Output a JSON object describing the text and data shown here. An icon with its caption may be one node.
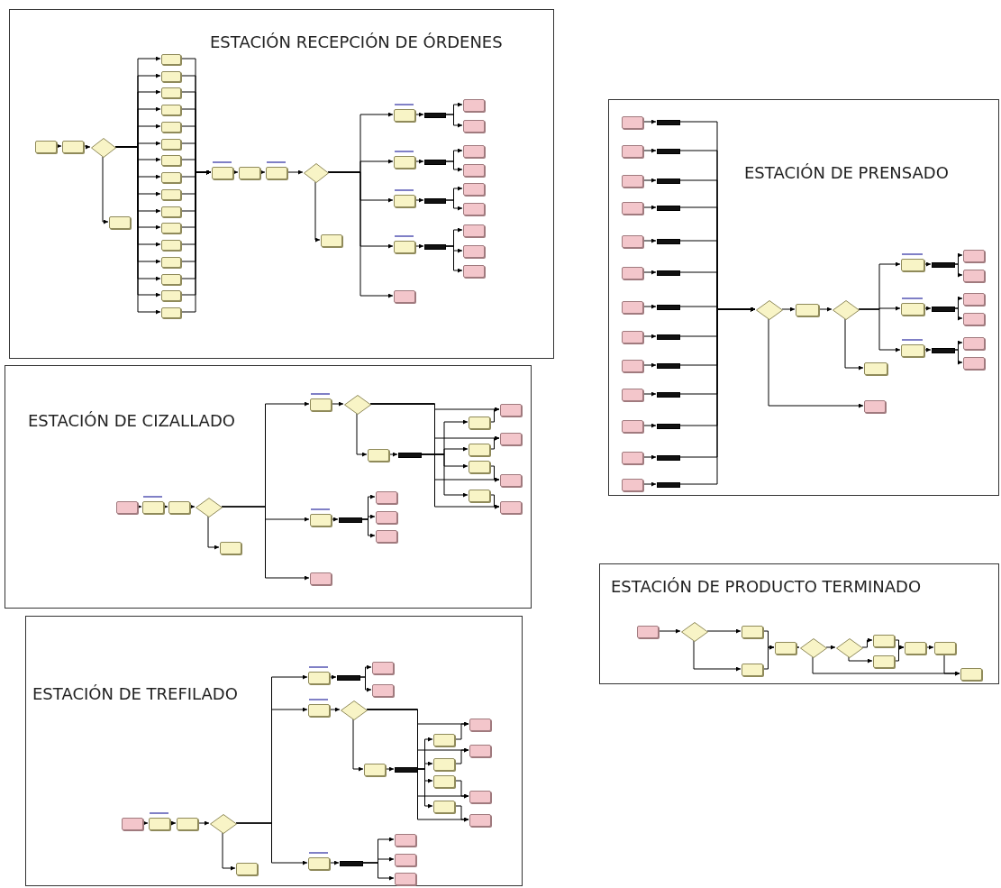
{
  "diagram": {
    "nodes": [
      {
        "text": [
          "ESTACIÓN RECEPCIÓN DE ÓRDENES"
        ]
      },
      {
        "text": [],
        "shape": "box",
        "in": 0
      },
      {
        "text": [],
        "shape": "box",
        "in": 0
      },
      {
        "text": [],
        "shape": "diamond",
        "in": 0
      },
      {
        "text": [],
        "shape": "box",
        "in": 0
      },
      {
        "text": [],
        "shape": "box",
        "in": 0
      },
      {
        "text": [],
        "shape": "box",
        "in": 0
      },
      {
        "text": [],
        "shape": "box",
        "in": 0
      },
      {
        "text": [],
        "shape": "box",
        "in": 0
      },
      {
        "text": [],
        "shape": "box",
        "in": 0
      },
      {
        "text": [],
        "shape": "box",
        "in": 0
      },
      {
        "text": [],
        "shape": "box",
        "in": 0
      },
      {
        "text": [],
        "shape": "box",
        "in": 0
      },
      {
        "text": [],
        "shape": "box",
        "in": 0
      },
      {
        "text": [],
        "shape": "box",
        "in": 0
      },
      {
        "text": [],
        "shape": "box",
        "in": 0
      },
      {
        "text": [],
        "shape": "box",
        "in": 0
      },
      {
        "text": [],
        "shape": "box",
        "in": 0
      },
      {
        "text": [],
        "shape": "box",
        "in": 0
      },
      {
        "text": [],
        "shape": "box",
        "in": 0
      },
      {
        "text": [],
        "shape": "box",
        "in": 0
      },
      {
        "text": [],
        "shape": "box",
        "in": 0
      },
      {
        "text": [],
        "shape": "box",
        "in": 0
      },
      {
        "text": [],
        "shape": "box",
        "in": 0
      },
      {
        "text": [],
        "shape": "diamond",
        "in": 0
      },
      {
        "text": [],
        "shape": "box",
        "in": 0
      },
      {
        "text": [],
        "shape": "box",
        "in": 0
      },
      {
        "text": [],
        "shape": "box",
        "in": 0
      },
      {
        "text": [],
        "shape": "box",
        "in": 0
      },
      {
        "text": [],
        "shape": "box",
        "in": 0
      },
      {
        "text": [],
        "shape": "box",
        "in": 0
      },
      {
        "text": [],
        "shape": "bar",
        "in": 0
      },
      {
        "text": [],
        "shape": "bar",
        "in": 0
      },
      {
        "text": [],
        "shape": "bar",
        "in": 0
      },
      {
        "text": [],
        "shape": "bar",
        "in": 0
      },
      {
        "text": [],
        "shape": "box",
        "in": 0
      },
      {
        "text": [],
        "shape": "box",
        "in": 0
      },
      {
        "text": [],
        "shape": "box",
        "in": 0
      },
      {
        "text": [],
        "shape": "box",
        "in": 0
      },
      {
        "text": [],
        "shape": "box",
        "in": 0
      },
      {
        "text": [],
        "shape": "box",
        "in": 0
      },
      {
        "text": [],
        "shape": "box",
        "in": 0
      },
      {
        "text": [],
        "shape": "box",
        "in": 0
      },
      {
        "text": [],
        "shape": "box",
        "in": 0
      },
      {
        "text": [
          "ESTACIÓN DE PRENSADO"
        ]
      },
      {
        "text": [],
        "shape": "box",
        "in": 44
      },
      {
        "text": [],
        "shape": "box",
        "in": 44
      },
      {
        "text": [],
        "shape": "box",
        "in": 44
      },
      {
        "text": [],
        "shape": "box",
        "in": 44
      },
      {
        "text": [],
        "shape": "box",
        "in": 44
      },
      {
        "text": [],
        "shape": "box",
        "in": 44
      },
      {
        "text": [],
        "shape": "box",
        "in": 44
      },
      {
        "text": [],
        "shape": "box",
        "in": 44
      },
      {
        "text": [],
        "shape": "box",
        "in": 44
      },
      {
        "text": [],
        "shape": "box",
        "in": 44
      },
      {
        "text": [],
        "shape": "box",
        "in": 44
      },
      {
        "text": [],
        "shape": "box",
        "in": 44
      },
      {
        "text": [],
        "shape": "box",
        "in": 44
      },
      {
        "text": [],
        "shape": "bar",
        "in": 44
      },
      {
        "text": [],
        "shape": "bar",
        "in": 44
      },
      {
        "text": [],
        "shape": "bar",
        "in": 44
      },
      {
        "text": [],
        "shape": "bar",
        "in": 44
      },
      {
        "text": [],
        "shape": "bar",
        "in": 44
      },
      {
        "text": [],
        "shape": "bar",
        "in": 44
      },
      {
        "text": [],
        "shape": "bar",
        "in": 44
      },
      {
        "text": [],
        "shape": "bar",
        "in": 44
      },
      {
        "text": [],
        "shape": "bar",
        "in": 44
      },
      {
        "text": [],
        "shape": "bar",
        "in": 44
      },
      {
        "text": [],
        "shape": "bar",
        "in": 44
      },
      {
        "text": [],
        "shape": "bar",
        "in": 44
      },
      {
        "text": [],
        "shape": "bar",
        "in": 44
      },
      {
        "text": [],
        "shape": "diamond",
        "in": 44
      },
      {
        "text": [],
        "shape": "box",
        "in": 44
      },
      {
        "text": [],
        "shape": "diamond",
        "in": 44
      },
      {
        "text": [],
        "shape": "box",
        "in": 44
      },
      {
        "text": [],
        "shape": "box",
        "in": 44
      },
      {
        "text": [],
        "shape": "box",
        "in": 44
      },
      {
        "text": [],
        "shape": "box",
        "in": 44
      },
      {
        "text": [],
        "shape": "bar",
        "in": 44
      },
      {
        "text": [],
        "shape": "bar",
        "in": 44
      },
      {
        "text": [],
        "shape": "bar",
        "in": 44
      },
      {
        "text": [],
        "shape": "box",
        "in": 44
      },
      {
        "text": [],
        "shape": "box",
        "in": 44
      },
      {
        "text": [],
        "shape": "box",
        "in": 44
      },
      {
        "text": [],
        "shape": "box",
        "in": 44
      },
      {
        "text": [],
        "shape": "box",
        "in": 44
      },
      {
        "text": [],
        "shape": "box",
        "in": 44
      },
      {
        "text": [],
        "shape": "box",
        "in": 44
      },
      {
        "text": [
          "ESTACIÓN DE CIZALLADO"
        ]
      },
      {
        "text": [],
        "shape": "box",
        "in": 88
      },
      {
        "text": [],
        "shape": "box",
        "in": 88
      },
      {
        "text": [],
        "shape": "box",
        "in": 88
      },
      {
        "text": [],
        "shape": "diamond",
        "in": 88
      },
      {
        "text": [],
        "shape": "box",
        "in": 88
      },
      {
        "text": [],
        "shape": "box",
        "in": 88
      },
      {
        "text": [],
        "shape": "diamond",
        "in": 88
      },
      {
        "text": [],
        "shape": "box",
        "in": 88
      },
      {
        "text": [],
        "shape": "bar",
        "in": 88
      },
      {
        "text": [],
        "shape": "box",
        "in": 88
      },
      {
        "text": [],
        "shape": "box",
        "in": 88
      },
      {
        "text": [],
        "shape": "box",
        "in": 88
      },
      {
        "text": [],
        "shape": "box",
        "in": 88
      },
      {
        "text": [],
        "shape": "box",
        "in": 88
      },
      {
        "text": [],
        "shape": "box",
        "in": 88
      },
      {
        "text": [],
        "shape": "box",
        "in": 88
      },
      {
        "text": [],
        "shape": "box",
        "in": 88
      },
      {
        "text": [],
        "shape": "box",
        "in": 88
      },
      {
        "text": [],
        "shape": "bar",
        "in": 88
      },
      {
        "text": [],
        "shape": "box",
        "in": 88
      },
      {
        "text": [],
        "shape": "box",
        "in": 88
      },
      {
        "text": [],
        "shape": "box",
        "in": 88
      },
      {
        "text": [],
        "shape": "box",
        "in": 88
      },
      {
        "text": [
          "ESTACIÓN DE TREFILADO"
        ]
      },
      {
        "text": [],
        "shape": "box",
        "in": 112
      },
      {
        "text": [],
        "shape": "box",
        "in": 112
      },
      {
        "text": [],
        "shape": "box",
        "in": 112
      },
      {
        "text": [],
        "shape": "diamond",
        "in": 112
      },
      {
        "text": [],
        "shape": "box",
        "in": 112
      },
      {
        "text": [],
        "shape": "box",
        "in": 112
      },
      {
        "text": [],
        "shape": "bar",
        "in": 112
      },
      {
        "text": [],
        "shape": "box",
        "in": 112
      },
      {
        "text": [],
        "shape": "box",
        "in": 112
      },
      {
        "text": [],
        "shape": "box",
        "in": 112
      },
      {
        "text": [],
        "shape": "diamond",
        "in": 112
      },
      {
        "text": [],
        "shape": "box",
        "in": 112
      },
      {
        "text": [],
        "shape": "bar",
        "in": 112
      },
      {
        "text": [],
        "shape": "box",
        "in": 112
      },
      {
        "text": [],
        "shape": "box",
        "in": 112
      },
      {
        "text": [],
        "shape": "box",
        "in": 112
      },
      {
        "text": [],
        "shape": "box",
        "in": 112
      },
      {
        "text": [],
        "shape": "box",
        "in": 112
      },
      {
        "text": [],
        "shape": "box",
        "in": 112
      },
      {
        "text": [],
        "shape": "box",
        "in": 112
      },
      {
        "text": [],
        "shape": "box",
        "in": 112
      },
      {
        "text": [],
        "shape": "box",
        "in": 112
      },
      {
        "text": [],
        "shape": "bar",
        "in": 112
      },
      {
        "text": [],
        "shape": "box",
        "in": 112
      },
      {
        "text": [],
        "shape": "box",
        "in": 112
      },
      {
        "text": [],
        "shape": "box",
        "in": 112
      },
      {
        "text": [
          "ESTACIÓN DE PRODUCTO TERMINADO"
        ]
      },
      {
        "text": [],
        "shape": "box",
        "in": 139
      },
      {
        "text": [],
        "shape": "diamond",
        "in": 139
      },
      {
        "text": [],
        "shape": "box",
        "in": 139
      },
      {
        "text": [],
        "shape": "box",
        "in": 139
      },
      {
        "text": [],
        "shape": "box",
        "in": 139
      },
      {
        "text": [],
        "shape": "diamond",
        "in": 139
      },
      {
        "text": [],
        "shape": "diamond",
        "in": 139
      },
      {
        "text": [],
        "shape": "box",
        "in": 139
      },
      {
        "text": [],
        "shape": "box",
        "in": 139
      },
      {
        "text": [],
        "shape": "box",
        "in": 139
      },
      {
        "text": [],
        "shape": "box",
        "in": 139
      },
      {
        "text": [],
        "shape": "box",
        "in": 139
      }
    ],
    "edges": [
      {
        "from": 1,
        "to": 2,
        "arrow": "to"
      },
      {
        "from": 2,
        "to": 3,
        "arrow": "to"
      },
      {
        "from": 3,
        "to": 4,
        "arrow": "to"
      },
      {
        "from": 3,
        "to": 5,
        "arrow": "to"
      },
      {
        "from": 3,
        "to": 6,
        "arrow": "to"
      },
      {
        "from": 3,
        "to": 7,
        "arrow": "to"
      },
      {
        "from": 3,
        "to": 8,
        "arrow": "to"
      },
      {
        "from": 3,
        "to": 9,
        "arrow": "to"
      },
      {
        "from": 3,
        "to": 10,
        "arrow": "to"
      },
      {
        "from": 3,
        "to": 11,
        "arrow": "to"
      },
      {
        "from": 3,
        "to": 12,
        "arrow": "to"
      },
      {
        "from": 3,
        "to": 13,
        "arrow": "to"
      },
      {
        "from": 3,
        "to": 14,
        "arrow": "to"
      },
      {
        "from": 3,
        "to": 15,
        "arrow": "to"
      },
      {
        "from": 3,
        "to": 16,
        "arrow": "to"
      },
      {
        "from": 3,
        "to": 17,
        "arrow": "to"
      },
      {
        "from": 3,
        "to": 18,
        "arrow": "to"
      },
      {
        "from": 3,
        "to": 19,
        "arrow": "to"
      },
      {
        "from": 3,
        "to": 20,
        "arrow": "to"
      },
      {
        "from": 5,
        "to": 21,
        "arrow": "to"
      },
      {
        "from": 6,
        "to": 21,
        "arrow": "to"
      },
      {
        "from": 7,
        "to": 21,
        "arrow": "to"
      },
      {
        "from": 8,
        "to": 21,
        "arrow": "to"
      },
      {
        "from": 9,
        "to": 21,
        "arrow": "to"
      },
      {
        "from": 10,
        "to": 21,
        "arrow": "to"
      },
      {
        "from": 11,
        "to": 21,
        "arrow": "to"
      },
      {
        "from": 12,
        "to": 21,
        "arrow": "to"
      },
      {
        "from": 13,
        "to": 21,
        "arrow": "to"
      },
      {
        "from": 14,
        "to": 21,
        "arrow": "to"
      },
      {
        "from": 15,
        "to": 21,
        "arrow": "to"
      },
      {
        "from": 16,
        "to": 21,
        "arrow": "to"
      },
      {
        "from": 17,
        "to": 21,
        "arrow": "to"
      },
      {
        "from": 18,
        "to": 21,
        "arrow": "to"
      },
      {
        "from": 19,
        "to": 21,
        "arrow": "to"
      },
      {
        "from": 20,
        "to": 21,
        "arrow": "to"
      },
      {
        "from": 21,
        "to": 22,
        "arrow": "to"
      },
      {
        "from": 22,
        "to": 23,
        "arrow": "to"
      },
      {
        "from": 23,
        "to": 24,
        "arrow": "to"
      },
      {
        "from": 24,
        "to": 25,
        "arrow": "to"
      },
      {
        "from": 24,
        "to": 26,
        "arrow": "to"
      },
      {
        "from": 24,
        "to": 27,
        "arrow": "to"
      },
      {
        "from": 24,
        "to": 28,
        "arrow": "to"
      },
      {
        "from": 24,
        "to": 29,
        "arrow": "to"
      },
      {
        "from": 24,
        "to": 30,
        "arrow": "to"
      },
      {
        "from": 26,
        "to": 31,
        "arrow": "to"
      },
      {
        "from": 27,
        "to": 32,
        "arrow": "to"
      },
      {
        "from": 28,
        "to": 33,
        "arrow": "to"
      },
      {
        "from": 29,
        "to": 34,
        "arrow": "to"
      },
      {
        "from": 31,
        "to": 35,
        "arrow": "to"
      },
      {
        "from": 31,
        "to": 36,
        "arrow": "to"
      },
      {
        "from": 32,
        "to": 37,
        "arrow": "to"
      },
      {
        "from": 32,
        "to": 38,
        "arrow": "to"
      },
      {
        "from": 33,
        "to": 39,
        "arrow": "to"
      },
      {
        "from": 33,
        "to": 40,
        "arrow": "to"
      },
      {
        "from": 34,
        "to": 41,
        "arrow": "to"
      },
      {
        "from": 34,
        "to": 42,
        "arrow": "to"
      },
      {
        "from": 34,
        "to": 43,
        "arrow": "to"
      },
      {
        "from": 45,
        "to": 58,
        "arrow": "to"
      },
      {
        "from": 46,
        "to": 59,
        "arrow": "to"
      },
      {
        "from": 47,
        "to": 60,
        "arrow": "to"
      },
      {
        "from": 48,
        "to": 61,
        "arrow": "to"
      },
      {
        "from": 49,
        "to": 62,
        "arrow": "to"
      },
      {
        "from": 50,
        "to": 63,
        "arrow": "to"
      },
      {
        "from": 51,
        "to": 64,
        "arrow": "to"
      },
      {
        "from": 52,
        "to": 65,
        "arrow": "to"
      },
      {
        "from": 53,
        "to": 66,
        "arrow": "to"
      },
      {
        "from": 54,
        "to": 67,
        "arrow": "to"
      },
      {
        "from": 55,
        "to": 68,
        "arrow": "to"
      },
      {
        "from": 56,
        "to": 69,
        "arrow": "to"
      },
      {
        "from": 57,
        "to": 70,
        "arrow": "to"
      },
      {
        "from": 58,
        "to": 71,
        "arrow": "to"
      },
      {
        "from": 59,
        "to": 71,
        "arrow": "to"
      },
      {
        "from": 60,
        "to": 71,
        "arrow": "to"
      },
      {
        "from": 61,
        "to": 71,
        "arrow": "to"
      },
      {
        "from": 62,
        "to": 71,
        "arrow": "to"
      },
      {
        "from": 63,
        "to": 71,
        "arrow": "to"
      },
      {
        "from": 64,
        "to": 71,
        "arrow": "to"
      },
      {
        "from": 65,
        "to": 71,
        "arrow": "to"
      },
      {
        "from": 66,
        "to": 71,
        "arrow": "to"
      },
      {
        "from": 67,
        "to": 71,
        "arrow": "to"
      },
      {
        "from": 68,
        "to": 71,
        "arrow": "to"
      },
      {
        "from": 69,
        "to": 71,
        "arrow": "to"
      },
      {
        "from": 70,
        "to": 71,
        "arrow": "to"
      },
      {
        "from": 71,
        "to": 72,
        "arrow": "to"
      },
      {
        "from": 72,
        "to": 73,
        "arrow": "to"
      },
      {
        "from": 73,
        "to": 74,
        "arrow": "to"
      },
      {
        "from": 73,
        "to": 75,
        "arrow": "to"
      },
      {
        "from": 73,
        "to": 76,
        "arrow": "to"
      },
      {
        "from": 73,
        "to": 77,
        "arrow": "to"
      },
      {
        "from": 75,
        "to": 78,
        "arrow": "to"
      },
      {
        "from": 76,
        "to": 79,
        "arrow": "to"
      },
      {
        "from": 77,
        "to": 80,
        "arrow": "to"
      },
      {
        "from": 78,
        "to": 81,
        "arrow": "to"
      },
      {
        "from": 78,
        "to": 82,
        "arrow": "to"
      },
      {
        "from": 79,
        "to": 83,
        "arrow": "to"
      },
      {
        "from": 79,
        "to": 84,
        "arrow": "to"
      },
      {
        "from": 80,
        "to": 85,
        "arrow": "to"
      },
      {
        "from": 80,
        "to": 86,
        "arrow": "to"
      },
      {
        "from": 71,
        "to": 87,
        "arrow": "to"
      },
      {
        "from": 89,
        "to": 90,
        "arrow": "to"
      },
      {
        "from": 90,
        "to": 91,
        "arrow": "to"
      },
      {
        "from": 91,
        "to": 92,
        "arrow": "to"
      },
      {
        "from": 92,
        "to": 93,
        "arrow": "to"
      },
      {
        "from": 92,
        "to": 94,
        "arrow": "to"
      },
      {
        "from": 92,
        "to": 106,
        "arrow": "to"
      },
      {
        "from": 92,
        "to": 111,
        "arrow": "to"
      },
      {
        "from": 94,
        "to": 95,
        "arrow": "to"
      },
      {
        "from": 95,
        "to": 96,
        "arrow": "to"
      },
      {
        "from": 96,
        "to": 97,
        "arrow": "to"
      },
      {
        "from": 97,
        "to": 98,
        "arrow": "to"
      },
      {
        "from": 97,
        "to": 99,
        "arrow": "to"
      },
      {
        "from": 97,
        "to": 100,
        "arrow": "to"
      },
      {
        "from": 97,
        "to": 101,
        "arrow": "to"
      },
      {
        "from": 95,
        "to": 102,
        "arrow": "to"
      },
      {
        "from": 95,
        "to": 103,
        "arrow": "to"
      },
      {
        "from": 95,
        "to": 104,
        "arrow": "to"
      },
      {
        "from": 95,
        "to": 105,
        "arrow": "to"
      },
      {
        "from": 98,
        "to": 102,
        "arrow": "to"
      },
      {
        "from": 99,
        "to": 103,
        "arrow": "to"
      },
      {
        "from": 100,
        "to": 104,
        "arrow": "to"
      },
      {
        "from": 101,
        "to": 105,
        "arrow": "to"
      },
      {
        "from": 106,
        "to": 107,
        "arrow": "to"
      },
      {
        "from": 107,
        "to": 108,
        "arrow": "to"
      },
      {
        "from": 107,
        "to": 109,
        "arrow": "to"
      },
      {
        "from": 107,
        "to": 110,
        "arrow": "to"
      },
      {
        "from": 113,
        "to": 114,
        "arrow": "to"
      },
      {
        "from": 114,
        "to": 115,
        "arrow": "to"
      },
      {
        "from": 115,
        "to": 116,
        "arrow": "to"
      },
      {
        "from": 116,
        "to": 117,
        "arrow": "to"
      },
      {
        "from": 116,
        "to": 118,
        "arrow": "to"
      },
      {
        "from": 116,
        "to": 122,
        "arrow": "to"
      },
      {
        "from": 116,
        "to": 134,
        "arrow": "to"
      },
      {
        "from": 118,
        "to": 119,
        "arrow": "to"
      },
      {
        "from": 119,
        "to": 120,
        "arrow": "to"
      },
      {
        "from": 119,
        "to": 121,
        "arrow": "to"
      },
      {
        "from": 122,
        "to": 123,
        "arrow": "to"
      },
      {
        "from": 123,
        "to": 124,
        "arrow": "to"
      },
      {
        "from": 123,
        "to": 130,
        "arrow": "to"
      },
      {
        "from": 123,
        "to": 131,
        "arrow": "to"
      },
      {
        "from": 123,
        "to": 132,
        "arrow": "to"
      },
      {
        "from": 123,
        "to": 133,
        "arrow": "to"
      },
      {
        "from": 124,
        "to": 125,
        "arrow": "to"
      },
      {
        "from": 125,
        "to": 126,
        "arrow": "to"
      },
      {
        "from": 125,
        "to": 127,
        "arrow": "to"
      },
      {
        "from": 125,
        "to": 128,
        "arrow": "to"
      },
      {
        "from": 125,
        "to": 129,
        "arrow": "to"
      },
      {
        "from": 126,
        "to": 130,
        "arrow": "to"
      },
      {
        "from": 127,
        "to": 131,
        "arrow": "to"
      },
      {
        "from": 128,
        "to": 132,
        "arrow": "to"
      },
      {
        "from": 129,
        "to": 133,
        "arrow": "to"
      },
      {
        "from": 134,
        "to": 135,
        "arrow": "to"
      },
      {
        "from": 135,
        "to": 136,
        "arrow": "to"
      },
      {
        "from": 135,
        "to": 137,
        "arrow": "to"
      },
      {
        "from": 135,
        "to": 138,
        "arrow": "to"
      },
      {
        "from": 140,
        "to": 141,
        "arrow": "to"
      },
      {
        "from": 141,
        "to": 142,
        "arrow": "to"
      },
      {
        "from": 141,
        "to": 143,
        "arrow": "to"
      },
      {
        "from": 142,
        "to": 144,
        "arrow": "to"
      },
      {
        "from": 143,
        "to": 144,
        "arrow": "to"
      },
      {
        "from": 144,
        "to": 145,
        "arrow": "to"
      },
      {
        "from": 145,
        "to": 146,
        "arrow": "to"
      },
      {
        "from": 146,
        "to": 147,
        "arrow": "to"
      },
      {
        "from": 146,
        "to": 148,
        "arrow": "to"
      },
      {
        "from": 147,
        "to": 149,
        "arrow": "to"
      },
      {
        "from": 148,
        "to": 149,
        "arrow": "to"
      },
      {
        "from": 149,
        "to": 150,
        "arrow": "to"
      },
      {
        "from": 150,
        "to": 151,
        "arrow": "to"
      },
      {
        "from": 145,
        "to": 151,
        "arrow": "to"
      }
    ]
  }
}
